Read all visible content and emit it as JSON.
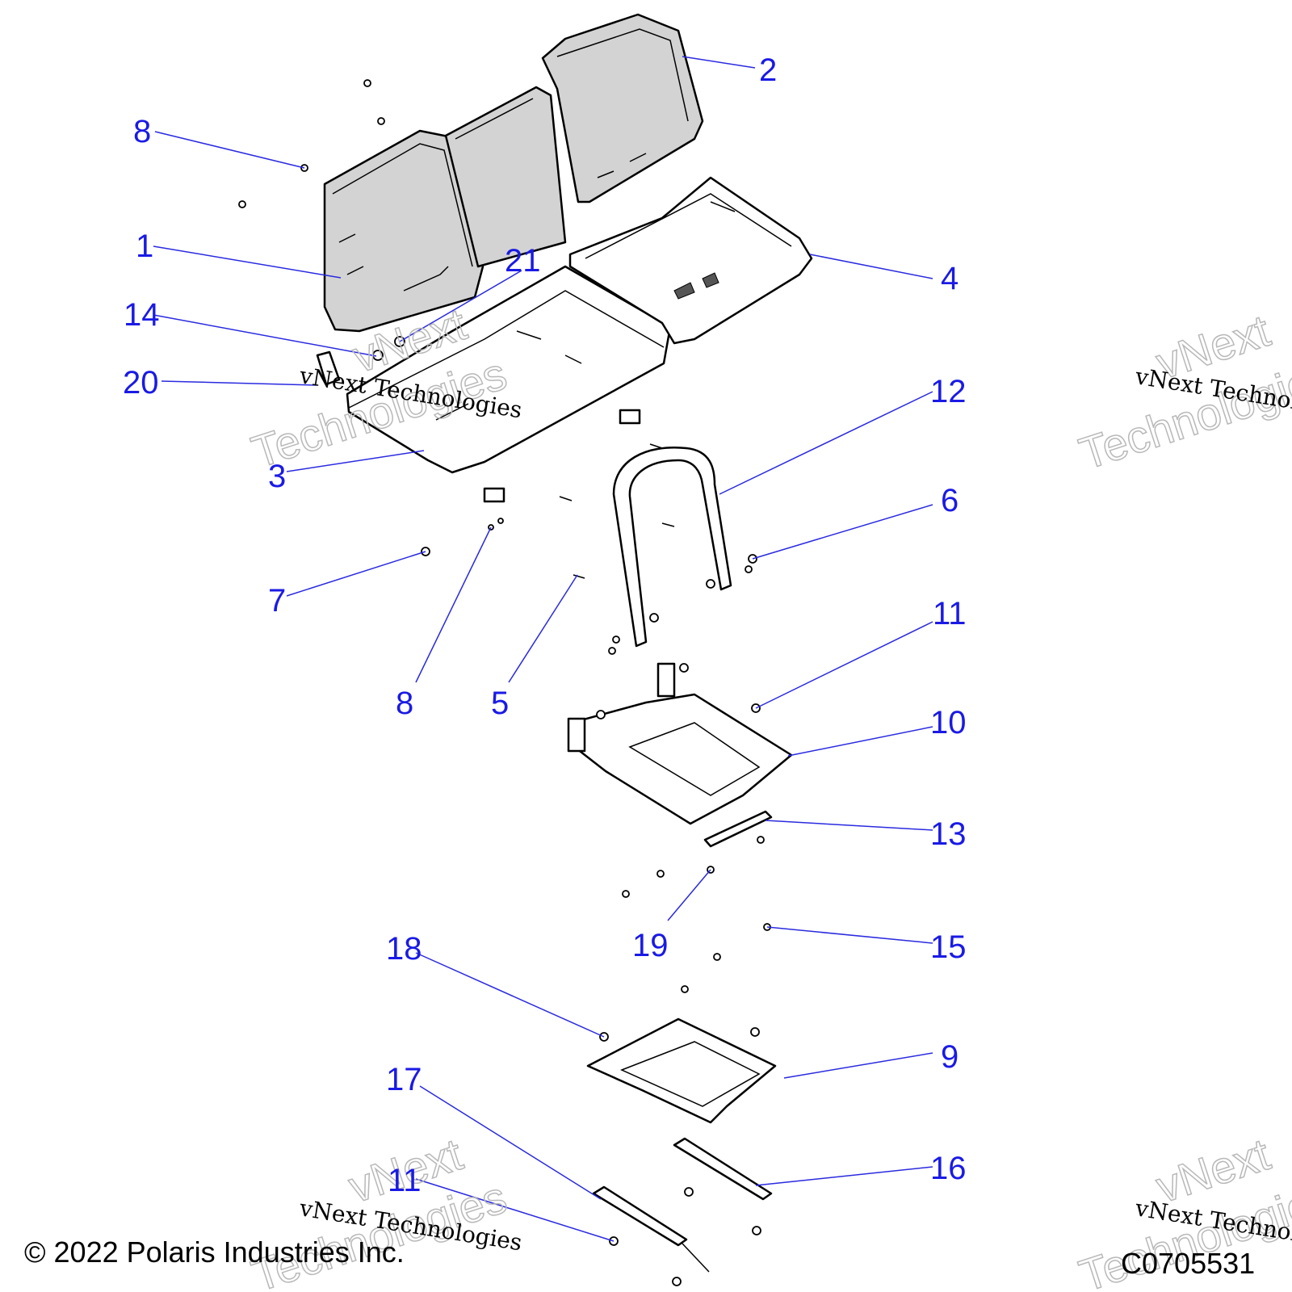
{
  "callouts": [
    {
      "label": "1"
    },
    {
      "label": "2"
    },
    {
      "label": "3"
    },
    {
      "label": "4"
    },
    {
      "label": "5"
    },
    {
      "label": "6"
    },
    {
      "label": "7"
    },
    {
      "label": "8"
    },
    {
      "label": "8"
    },
    {
      "label": "9"
    },
    {
      "label": "10"
    },
    {
      "label": "11"
    },
    {
      "label": "11"
    },
    {
      "label": "12"
    },
    {
      "label": "13"
    },
    {
      "label": "14"
    },
    {
      "label": "15"
    },
    {
      "label": "16"
    },
    {
      "label": "17"
    },
    {
      "label": "18"
    },
    {
      "label": "19"
    },
    {
      "label": "20"
    },
    {
      "label": "21"
    }
  ],
  "watermark": {
    "brand_line1": "vNext",
    "brand_line2": "Technologies",
    "small": "vNext Technologies"
  },
  "footer": {
    "copyright": "© 2022 Polaris Industries Inc.",
    "figure_id": "C0705531"
  },
  "colors": {
    "callout": "#1a1ae6",
    "part_fill": "#d3d3d3"
  }
}
